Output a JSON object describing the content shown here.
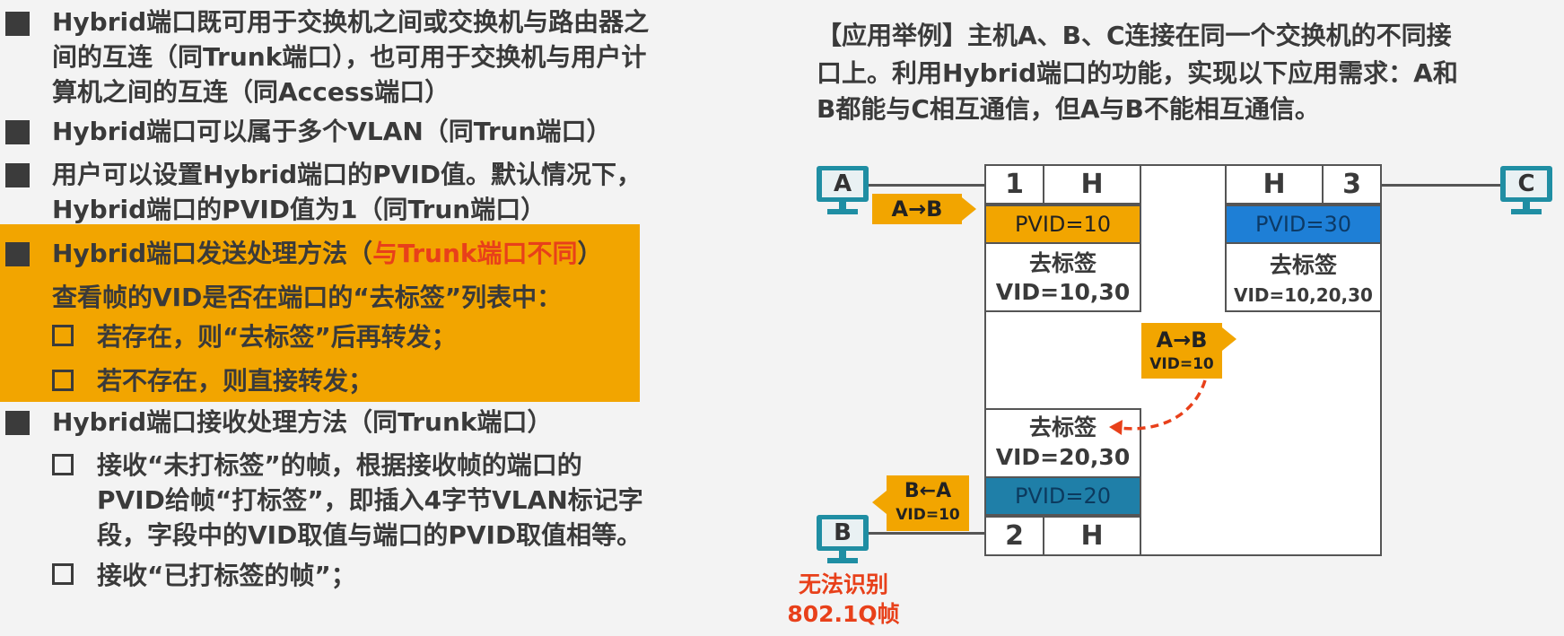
{
  "left": {
    "b1": [
      "Hybrid端口既可用于交换机之间或交换机与路由器之",
      "间的互连（同Trunk端口），也可用于交换机与用户计",
      "算机之间的互连（同Access端口）"
    ],
    "b2": "Hybrid端口可以属于多个VLAN（同Trun端口）",
    "b3": [
      "用户可以设置Hybrid端口的PVID值。默认情况下，",
      "Hybrid端口的PVID值为1（同Trun端口）"
    ],
    "b4_pre": "Hybrid端口发送处理方法（",
    "b4_red": "与Trunk端口不同",
    "b4_post": "）",
    "b4_line2": "查看帧的VID是否在端口的“去标签”列表中：",
    "b4_sub1": "若存在，则“去标签”后再转发；",
    "b4_sub2": "若不存在，则直接转发；",
    "b5": "Hybrid端口接收处理方法（同Trunk端口）",
    "b5_sub1": [
      "接收“未打标签”的帧，根据接收帧的端口的",
      "PVID给帧“打标签”，即插入4字节VLAN标记字",
      "段，字段中的VID取值与端口的PVID取值相等。"
    ],
    "b5_sub2": "接收“已打标签的帧”；"
  },
  "example": [
    "【应用举例】主机A、B、C连接在同一个交换机的不同接",
    "口上。利用Hybrid端口的功能，实现以下应用需求：A和",
    "B都能与C相互通信，但A与B不能相互通信。"
  ],
  "diagram": {
    "host_a": "A",
    "host_b": "B",
    "host_c": "C",
    "port1_num": "1",
    "port1_type": "H",
    "port1_pvid": "PVID=10",
    "port1_untag": "去标签",
    "port1_vids": "VID=10,30",
    "port3_num": "3",
    "port3_type": "H",
    "port3_pvid": "PVID=30",
    "port3_untag": "去标签",
    "port3_vids": "VID=10,20,30",
    "port2_num": "2",
    "port2_type": "H",
    "port2_pvid": "PVID=20",
    "port2_untag": "去标签",
    "port2_vids": "VID=20,30",
    "tag_a_to_b": "A→B",
    "tag_mid": "A→B",
    "tag_mid_vid": "VID=10",
    "tag_b_from_a": "B←A",
    "tag_b_vid": "VID=10",
    "warn_line1": "无法识别",
    "warn_line2": "802.1Q帧"
  },
  "colors": {
    "highlight": "#f2a500",
    "accent_red": "#e8401a",
    "pvid_blue": "#1e7fd6",
    "pvid_teal": "#1f7fa8",
    "host_teal": "#1f8ea3"
  }
}
